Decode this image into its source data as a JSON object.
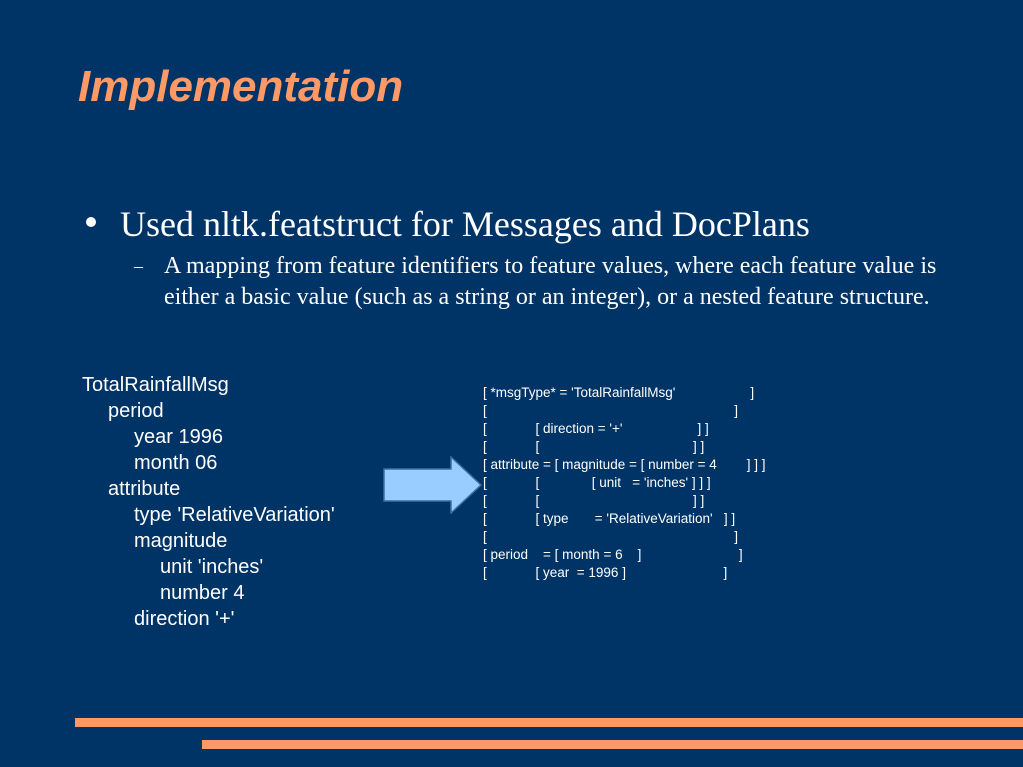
{
  "slide": {
    "title": "Implementation",
    "bullet": "Used nltk.featstruct for Messages and DocPlans",
    "sub_bullet": "A mapping from feature identifiers to feature values, where each feature value is either a basic value (such as a string or an integer), or a nested feature structure."
  },
  "tree": [
    "TotalRainfallMsg",
    "period",
    "year 1996",
    "month 06",
    "attribute",
    "type 'RelativeVariation'",
    "magnitude",
    "unit 'inches'",
    "number 4",
    "direction '+'"
  ],
  "featstruct": [
    "[ *msgType* = 'TotalRainfallMsg'                    ]",
    "[                                                                  ]",
    "[             [ direction = '+'                    ] ]",
    "[             [                                         ] ]",
    "[ attribute = [ magnitude = [ number = 4        ] ] ]",
    "[             [              [ unit   = 'inches' ] ] ]",
    "[             [                                         ] ]",
    "[             [ type       = 'RelativeVariation'   ] ]",
    "[                                                                  ]",
    "[ period    = [ month = 6    ]                          ]",
    "[             [ year  = 1996 ]                          ]"
  ],
  "colors": {
    "background": "#003366",
    "title": "#ff9966",
    "text": "#ffffff",
    "arrow_fill": "#99ccff",
    "accent_bars": "#ff9966"
  }
}
